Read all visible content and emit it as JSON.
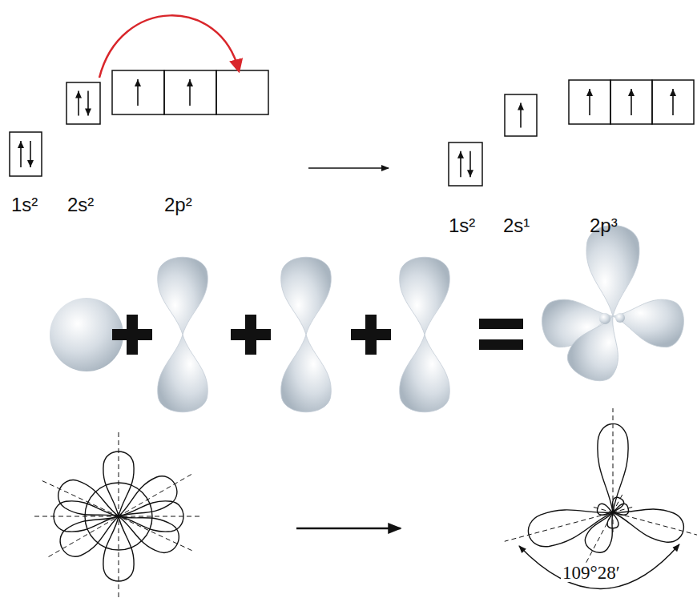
{
  "diagram": {
    "labels": [
      "1s²",
      "2s²",
      "2p²",
      "1s²",
      "2s¹",
      "2p³",
      "109°28′"
    ]
  }
}
